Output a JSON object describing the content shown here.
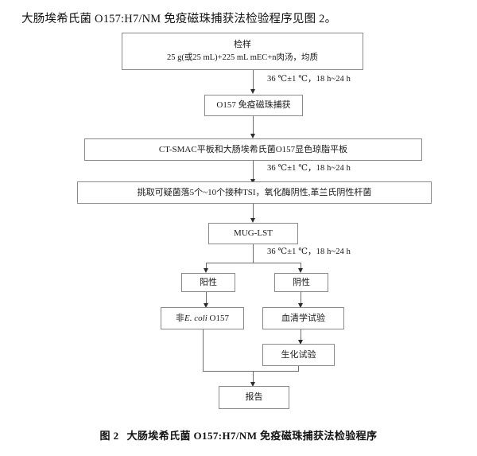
{
  "document": {
    "intro_text": "大肠埃希氏菌 O157:H7/NM 免疫磁珠捕获法检验程序见图 2。",
    "caption_number": "图 2",
    "caption_title": "大肠埃希氏菌 O157:H7/NM 免疫磁珠捕获法检验程序"
  },
  "flowchart": {
    "nodes": {
      "sample": {
        "title": "检样",
        "detail": "25 g(或25 mL)+225 mL mEC+n肉汤，均质"
      },
      "imb_capture": {
        "label": "O157 免疫磁珠捕获"
      },
      "plates": {
        "label": "CT-SMAC平板和大肠埃希氏菌O157显色琼脂平板"
      },
      "colony_pick": {
        "label": "挑取可疑菌落5个~10个接种TSI，氧化酶阴性,革兰氏阴性杆菌"
      },
      "mug_lst": {
        "label": "MUG-LST"
      },
      "positive": {
        "label": "阳性"
      },
      "negative": {
        "label": "阴性"
      },
      "non_ecoli": {
        "prefix": "非",
        "species": "E. coli",
        "suffix": " O157"
      },
      "serology": {
        "label": "血清学试验"
      },
      "biochemical": {
        "label": "生化试验"
      },
      "report": {
        "label": "报告"
      }
    },
    "annotations": {
      "incubation_1": "36 ℃±1 ℃，18 h~24 h",
      "incubation_2": "36 ℃±1 ℃，18 h~24 h",
      "incubation_3": "36 ℃±1 ℃，18 h~24 h"
    },
    "colors": {
      "box_border": "#8a8a8a",
      "connector": "#6e6e6e",
      "arrow": "#2b2b2b",
      "text": "#1a1a1a",
      "background": "#ffffff"
    }
  }
}
